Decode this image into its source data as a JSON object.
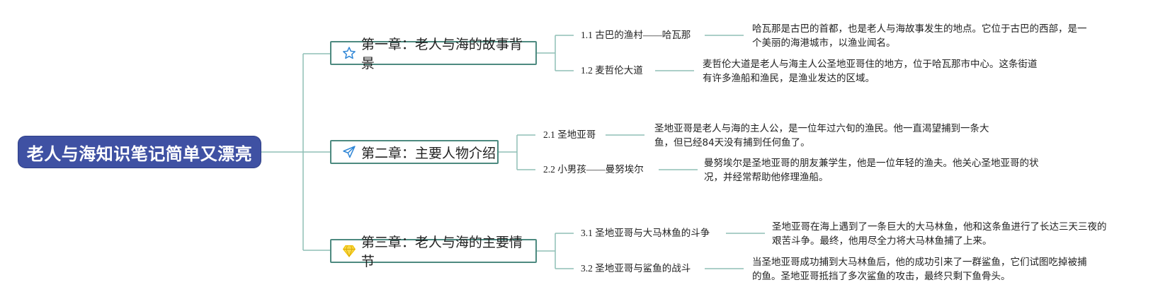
{
  "root": {
    "label": "老人与海知识笔记简单又漂亮"
  },
  "chapters": [
    {
      "icon": "star-outline-icon",
      "label": "第一章：老人与海的故事背景",
      "topics": [
        {
          "title": "1.1 古巴的渔村——哈瓦那",
          "desc_lines": [
            "哈瓦那是古巴的首都，也是老人与海故事发生的地点。它位于古巴的西部，是一",
            "个美丽的海港城市，以渔业闻名。"
          ]
        },
        {
          "title": "1.2 麦哲伦大道",
          "desc_lines": [
            "麦哲伦大道是老人与海主人公圣地亚哥住的地方，位于哈瓦那市中心。这条街道",
            "有许多渔船和渔民，是渔业发达的区域。"
          ]
        }
      ]
    },
    {
      "icon": "paper-plane-icon",
      "label": "第二章：主要人物介绍",
      "topics": [
        {
          "title": "2.1 圣地亚哥",
          "desc_lines": [
            "圣地亚哥是老人与海的主人公，是一位年过六旬的渔民。他一直渴望捕到一条大",
            "鱼，但已经84天没有捕到任何鱼了。"
          ]
        },
        {
          "title": "2.2 小男孩——曼努埃尔",
          "desc_lines": [
            "曼努埃尔是圣地亚哥的朋友兼学生，他是一位年轻的渔夫。他关心圣地亚哥的状",
            "况，并经常帮助他修理渔船。"
          ]
        }
      ]
    },
    {
      "icon": "diamond-icon",
      "label": "第三章：老人与海的主要情节",
      "topics": [
        {
          "title": "3.1 圣地亚哥与大马林鱼的斗争",
          "desc_lines": [
            "圣地亚哥在海上遇到了一条巨大的大马林鱼，他和这条鱼进行了长达三天三夜的",
            "艰苦斗争。最终，他用尽全力将大马林鱼捕了上来。"
          ]
        },
        {
          "title": "3.2 圣地亚哥与鲨鱼的战斗",
          "desc_lines": [
            "当圣地亚哥成功捕到大马林鱼后，他的成功引来了一群鲨鱼，它们试图吃掉被捕",
            "的鱼。圣地亚哥抵挡了多次鲨鱼的攻击，最终只剩下鱼骨头。"
          ]
        }
      ]
    }
  ],
  "colors": {
    "root_fill": "#3f51a3",
    "chapter_border": "#4d8a80",
    "connector": "#8fbfb5",
    "icon_blue": "#2f86d6",
    "icon_yellow": "#f2c200"
  }
}
